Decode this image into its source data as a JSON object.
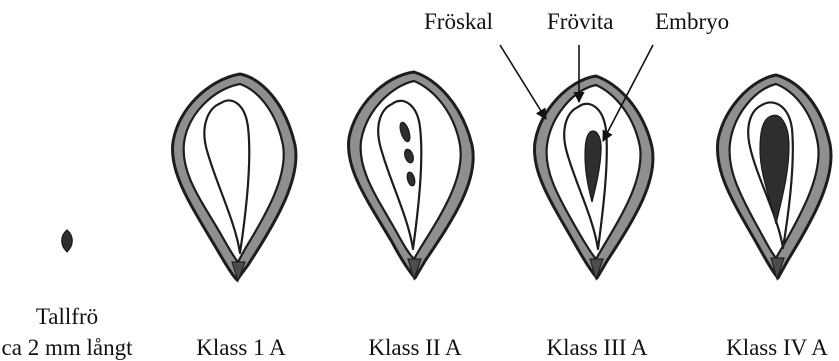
{
  "labels": {
    "small_seed_line1": "Tallfrö",
    "small_seed_line2": "ca 2 mm långt",
    "class_1": "Klass 1 A",
    "class_2": "Klass II A",
    "class_3": "Klass III A",
    "class_4": "Klass IV A",
    "seed_coat": "Fröskal",
    "endosperm": "Frövita",
    "embryo": "Embryo"
  }
}
